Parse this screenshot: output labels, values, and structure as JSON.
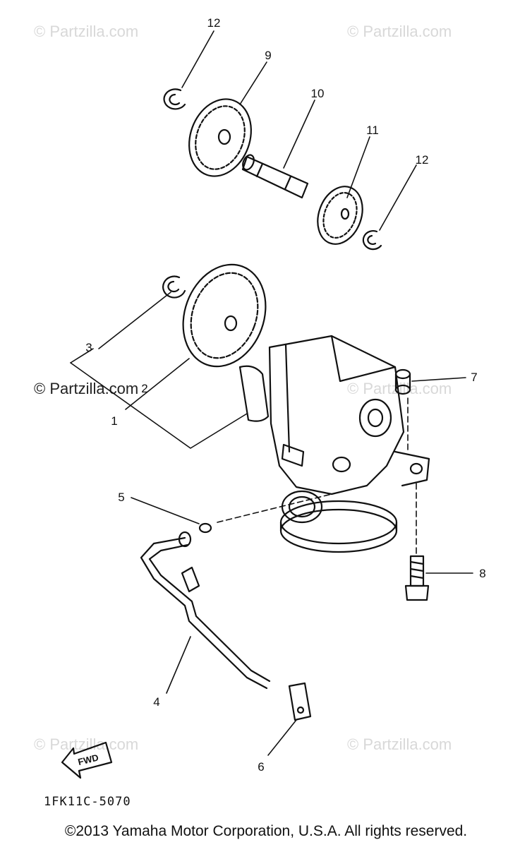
{
  "watermarks": {
    "top_left": "© Partzilla.com",
    "top_right": "© Partzilla.com",
    "middle_left": "© Partzilla.com",
    "middle_right": "© Partzilla.com",
    "bottom_left": "© Partzilla.com",
    "bottom_right": "© Partzilla.com"
  },
  "callouts": [
    "1",
    "2",
    "3",
    "4",
    "5",
    "6",
    "7",
    "8",
    "9",
    "10",
    "11",
    "12",
    "12"
  ],
  "fwd_label": "FWD",
  "diagram_code": "1FK11C-5070",
  "copyright": "©2013  Yamaha Motor Corporation, U.S.A. All rights reserved."
}
